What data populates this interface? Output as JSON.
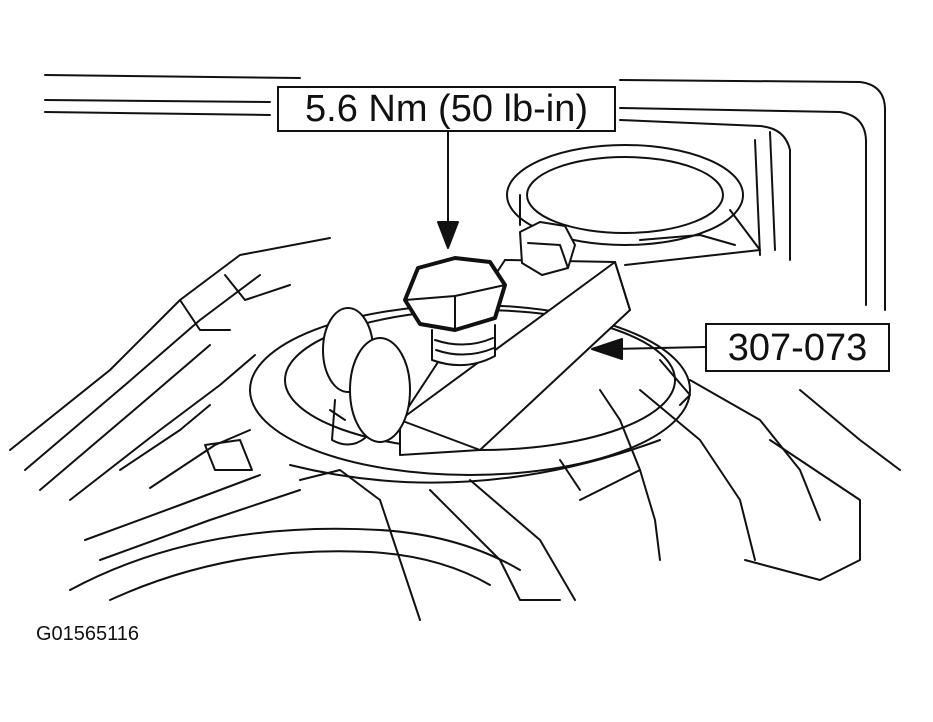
{
  "callouts": {
    "torque": "5.6 Nm (50 lb-in)",
    "tool": "307-073"
  },
  "figure_id": "G01565116",
  "colors": {
    "line": "#111111",
    "background": "#ffffff"
  }
}
